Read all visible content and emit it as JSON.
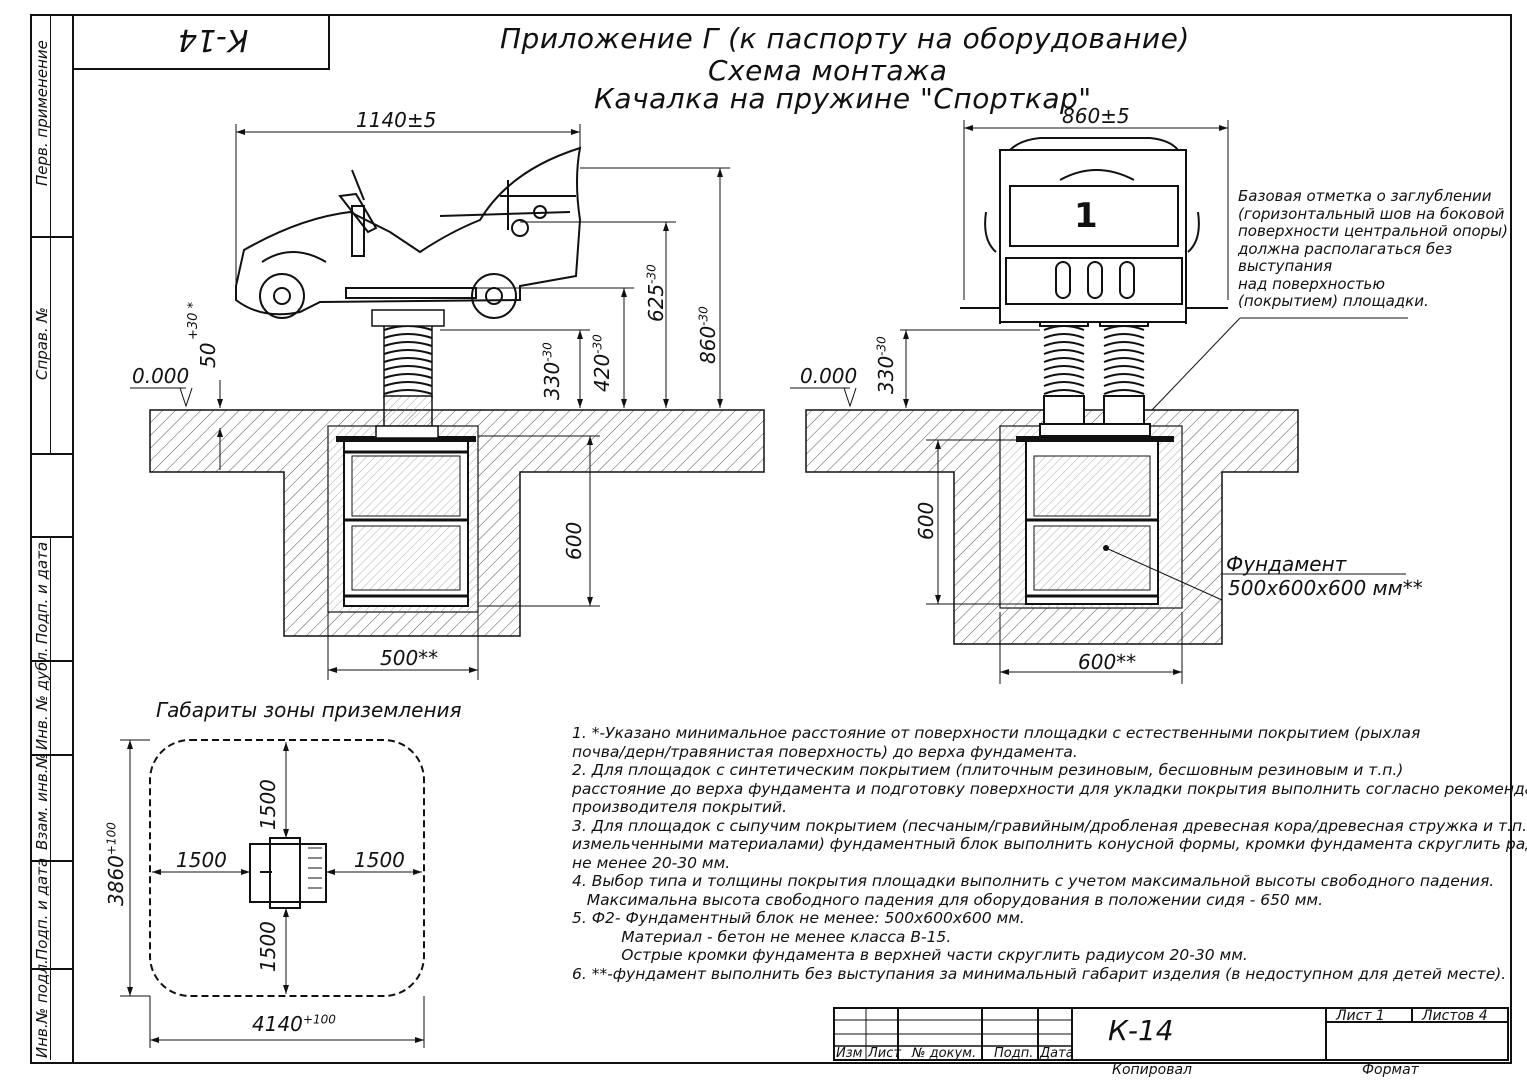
{
  "sheet": {
    "code_box": "К-14",
    "title_line1": "Приложение Г (к паспорту на оборудование)",
    "title_line2": "Схема монтажа",
    "title_line3": "Качалка на пружине \"Спорткар\""
  },
  "side_labels": {
    "perv_primenenie": "Перв. применение",
    "sprav_no": "Справ. №",
    "podp_data_1": "Подп. и дата",
    "inv_dubl": "Инв. № дубл.",
    "vzam_inv": "Взам. инв.№",
    "podp_data_2": "Подп. и дата",
    "inv_podl": "Инв.№ подл."
  },
  "front_view": {
    "dim_width": "1140±5",
    "dim_50": "50",
    "dim_50_tol": "+30 *",
    "dim_330": "330",
    "dim_330_tol": "-30",
    "dim_420": "420",
    "dim_420_tol": "-30",
    "dim_625": "625",
    "dim_625_tol": "-30",
    "dim_860": "860",
    "dim_860_tol": "-30",
    "level": "0.000",
    "dim_600": "600",
    "dim_500": "500**"
  },
  "side_view": {
    "dim_width": "860±5",
    "seat_number": "1",
    "dim_330": "330",
    "dim_330_tol": "-30",
    "level": "0.000",
    "dim_600": "600",
    "dim_600_bottom": "600**",
    "annotation_lines": [
      "Базовая отметка о заглублении",
      "(горизонтальный шов на боковой",
      "поверхности центральной опоры)",
      "должна располагаться без",
      "выступания",
      "над поверхностью",
      "(покрытием) площадки."
    ],
    "foundation_label": "Фундамент",
    "foundation_size": "500х600х600 мм**"
  },
  "zone": {
    "title": "Габариты зоны приземления",
    "dim_top": "1500",
    "dim_bottom": "1500",
    "dim_left": "1500",
    "dim_right": "1500",
    "height": "3860",
    "height_tol": "+100",
    "width": "4140",
    "width_tol": "+100"
  },
  "notes": [
    "1. *-Указано минимальное расстояние от поверхности площадки с естественными покрытием (рыхлая",
    "почва/дерн/травянистая поверхность) до верха фундамента.",
    "2. Для площадок с синтетическим покрытием (плиточным резиновым, бесшовным резиновым и т.п.)",
    "расстояние до верха фундамента и подготовку поверхности для укладки покрытия выполнить согласно рекомендациям",
    "производителя покрытий.",
    "3. Для площадок с сыпучим покрытием (песчаным/гравийным/дробленая древесная кора/древесная стружка и т.п.",
    "измельченными материалами) фундаментный блок выполнить конусной формы, кромки фундамента скруглить радиусом",
    "не менее 20-30 мм.",
    "4. Выбор типа и толщины покрытия площадки выполнить с учетом максимальной высоты свободного падения.",
    "   Максимальна высота свободного падения для оборудования в положении сидя - 650 мм.",
    "5. Ф2- Фундаментный блок не менее: 500х600х600 мм.",
    "          Материал - бетон не менее класса В-15.",
    "          Острые кромки фундамента в верхней части скруглить радиусом 20-30 мм.",
    "6. **-фундамент выполнить без выступания за минимальный габарит изделия (в недоступном для детей месте)."
  ],
  "stamp": {
    "code": "К-14",
    "izm": "Изм",
    "list": "Лист",
    "dokum": "№ докум.",
    "podp": "Подп.",
    "data": "Дата",
    "sheet_label": "Лист 1",
    "sheets_label": "Листов 4",
    "copied": "Копировал",
    "format": "Формат"
  },
  "colors": {
    "line": "#111111",
    "hatch": "#444444",
    "background": "#ffffff"
  }
}
